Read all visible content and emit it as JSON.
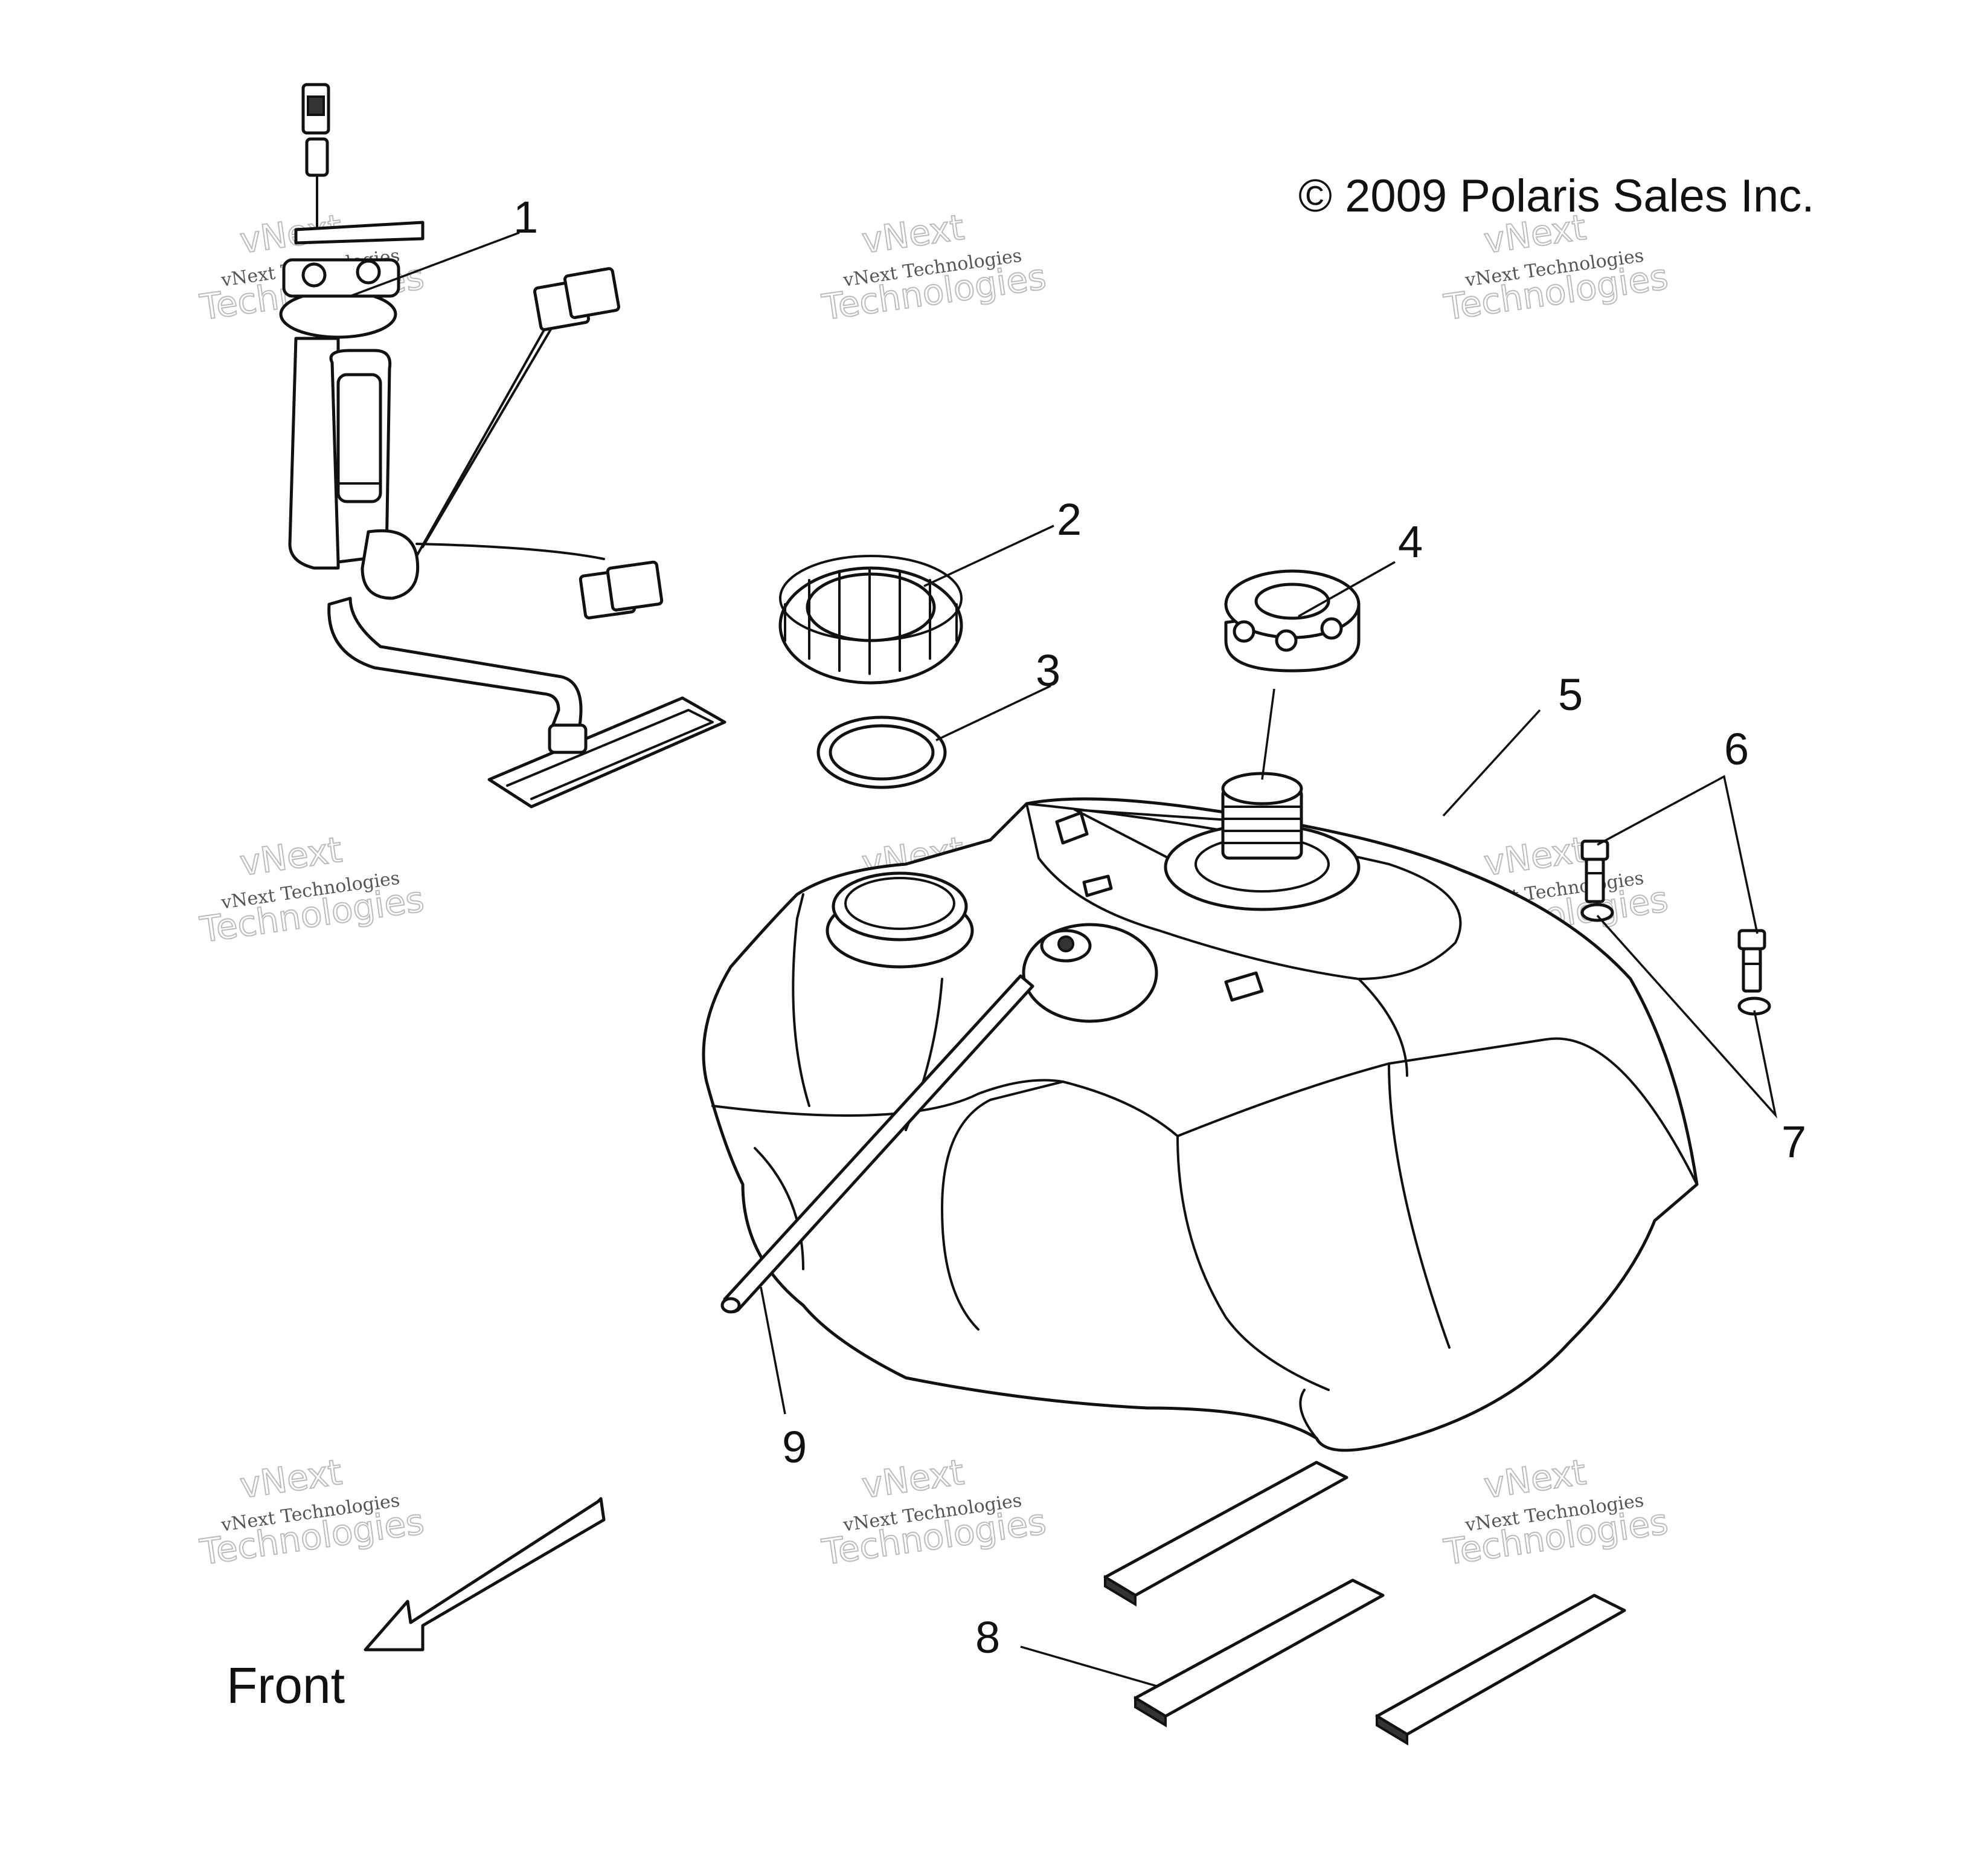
{
  "copyright": "© 2009 Polaris Sales Inc.",
  "front_label": "Front",
  "watermark": {
    "line1": "vNext Technologies",
    "line2": "vNext",
    "line3": "Technologies"
  },
  "callouts": [
    "1",
    "2",
    "3",
    "4",
    "5",
    "6",
    "7",
    "8",
    "9"
  ],
  "parts": [
    "fuel-pump-assembly",
    "retaining-ring",
    "gasket",
    "fuel-cap",
    "fuel-tank",
    "bolt",
    "washer",
    "foam-pad",
    "vent-hose"
  ]
}
